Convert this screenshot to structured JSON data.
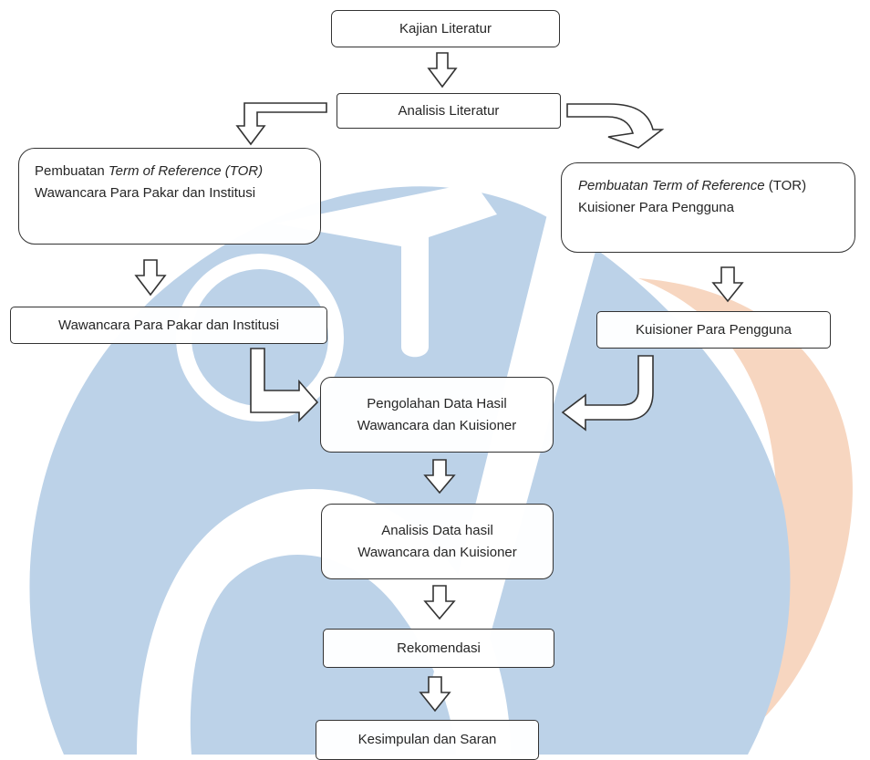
{
  "diagram": {
    "nodes": {
      "kajian": {
        "label": "Kajian Literatur"
      },
      "analisis_lit": {
        "label": "Analisis Literatur"
      },
      "tor_left": {
        "line1_prefix": "Pembuatan ",
        "line1_italic": "Term of Reference (TOR)",
        "line2": "Wawancara Para Pakar dan Institusi"
      },
      "tor_right": {
        "line1_italic": "Pembuatan Term of Reference",
        "line1_suffix": " (TOR)",
        "line2": "Kuisioner Para Pengguna"
      },
      "wawancara": {
        "label": "Wawancara Para Pakar dan Institusi"
      },
      "kuisioner": {
        "label": "Kuisioner Para Pengguna"
      },
      "pengolahan": {
        "line1": "Pengolahan Data  Hasil",
        "line2": "Wawancara  dan Kuisioner"
      },
      "analisis_data": {
        "line1": "Analisis Data hasil",
        "line2": "Wawancara  dan Kuisioner"
      },
      "rekomendasi": {
        "label": "Rekomendasi"
      },
      "kesimpulan": {
        "label": "Kesimpulan dan Saran"
      }
    },
    "edges": [
      {
        "from": "kajian",
        "to": "analisis_lit"
      },
      {
        "from": "analisis_lit",
        "to": "tor_left"
      },
      {
        "from": "analisis_lit",
        "to": "tor_right"
      },
      {
        "from": "tor_left",
        "to": "wawancara"
      },
      {
        "from": "tor_right",
        "to": "kuisioner"
      },
      {
        "from": "wawancara",
        "to": "pengolahan"
      },
      {
        "from": "kuisioner",
        "to": "pengolahan"
      },
      {
        "from": "pengolahan",
        "to": "analisis_data"
      },
      {
        "from": "analisis_data",
        "to": "rekomendasi"
      },
      {
        "from": "rekomendasi",
        "to": "kesimpulan"
      }
    ],
    "colors": {
      "watermark_blue": "#bcd2e8",
      "watermark_orange": "#f7d6c0",
      "stroke": "#333333"
    }
  }
}
